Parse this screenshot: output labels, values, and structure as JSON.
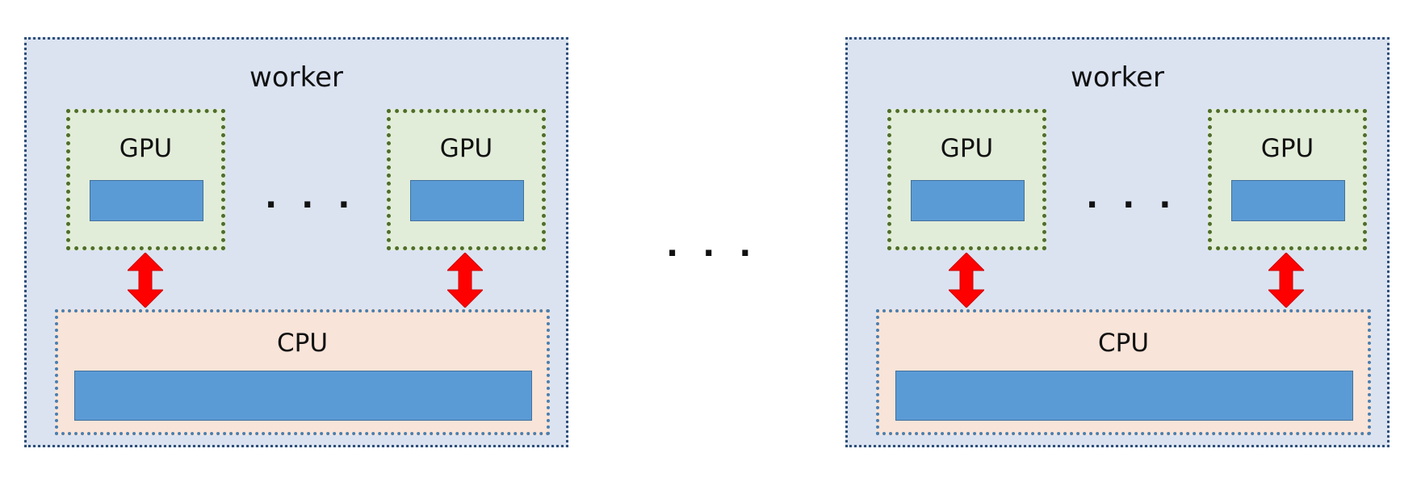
{
  "colors": {
    "worker_fill": "#dbe3f1",
    "worker_border": "#2f4f78",
    "gpu_fill": "#e2edd9",
    "gpu_border": "#4f6e2a",
    "cpu_fill": "#f8e4d8",
    "cpu_border": "#4a7fb0",
    "memory_block": "#5b9bd5",
    "arrow": "#ff0000"
  },
  "icons": {
    "link_arrow": "double-headed-vertical-arrow-icon"
  },
  "workers": [
    {
      "title": "worker",
      "gpus": [
        {
          "label": "GPU"
        },
        {
          "label": "GPU"
        }
      ],
      "gpu_ellipsis": "· · ·",
      "cpu": {
        "label": "CPU"
      }
    },
    {
      "title": "worker",
      "gpus": [
        {
          "label": "GPU"
        },
        {
          "label": "GPU"
        }
      ],
      "gpu_ellipsis": "· · ·",
      "cpu": {
        "label": "CPU"
      }
    }
  ],
  "between_workers_ellipsis": "· · ·"
}
